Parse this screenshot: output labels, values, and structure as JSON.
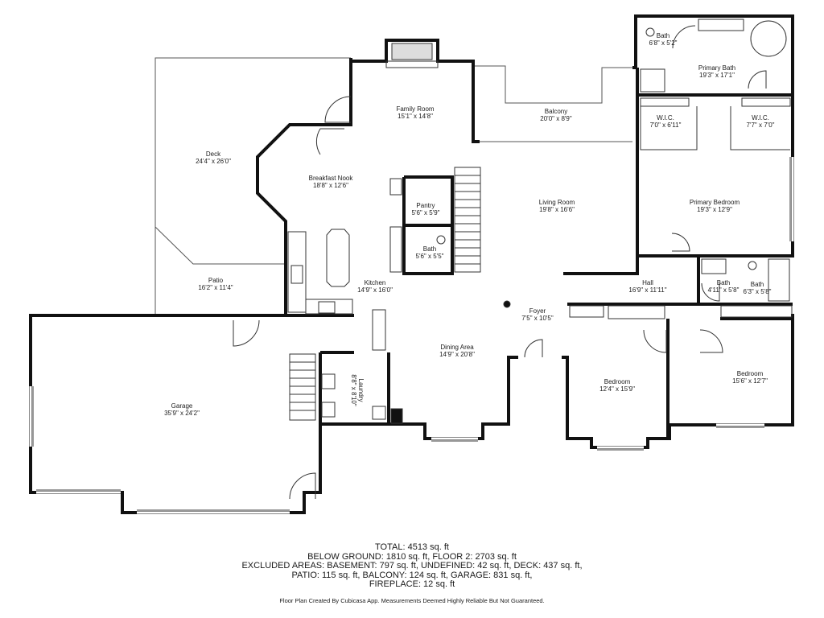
{
  "rooms": {
    "deck": {
      "name": "Deck",
      "dim": "24'4\" x 26'0\""
    },
    "patio": {
      "name": "Patio",
      "dim": "16'2\" x 11'4\""
    },
    "garage": {
      "name": "Garage",
      "dim": "35'9\" x 24'2\""
    },
    "family": {
      "name": "Family Room",
      "dim": "15'1\" x 14'8\""
    },
    "balcony": {
      "name": "Balcony",
      "dim": "20'0\" x 8'9\""
    },
    "nook": {
      "name": "Breakfast Nook",
      "dim": "18'8\" x 12'6\""
    },
    "pantry": {
      "name": "Pantry",
      "dim": "5'6\" x 5'9\""
    },
    "bath_small": {
      "name": "Bath",
      "dim": "5'6\" x 5'5\""
    },
    "kitchen": {
      "name": "Kitchen",
      "dim": "14'9\" x 16'0\""
    },
    "living": {
      "name": "Living Room",
      "dim": "19'8\" x 16'6\""
    },
    "foyer": {
      "name": "Foyer",
      "dim": "7'5\" x 10'5\""
    },
    "dining": {
      "name": "Dining Area",
      "dim": "14'9\" x 20'8\""
    },
    "laundry": {
      "name": "Laundry",
      "dim": "8'8\" x 8'10\""
    },
    "bath_top": {
      "name": "Bath",
      "dim": "6'8\" x 5'2\""
    },
    "primary_bath": {
      "name": "Primary Bath",
      "dim": "19'3\" x 17'1\""
    },
    "wic1": {
      "name": "W.I.C.",
      "dim": "7'0\" x 6'11\""
    },
    "wic2": {
      "name": "W.I.C.",
      "dim": "7'7\" x 7'0\""
    },
    "primary_bed": {
      "name": "Primary Bedroom",
      "dim": "19'3\" x 12'9\""
    },
    "hall": {
      "name": "Hall",
      "dim": "16'9\" x 11'11\""
    },
    "bath_a": {
      "name": "Bath",
      "dim": "4'11\" x 5'8\""
    },
    "bath_b": {
      "name": "Bath",
      "dim": "6'3\" x 5'8\""
    },
    "bedroom1": {
      "name": "Bedroom",
      "dim": "12'4\" x 15'9\""
    },
    "bedroom2": {
      "name": "Bedroom",
      "dim": "15'6\" x 12'7\""
    }
  },
  "totals": {
    "line1": "TOTAL: 4513 sq. ft",
    "line2": "BELOW GROUND: 1810 sq. ft, FLOOR 2: 2703 sq. ft",
    "line3": "EXCLUDED AREAS: BASEMENT: 797 sq. ft, UNDEFINED: 42 sq. ft, DECK: 437 sq. ft,",
    "line4": "PATIO: 115 sq. ft, BALCONY: 124 sq. ft, GARAGE: 831 sq. ft,",
    "line5": "FIREPLACE: 12 sq. ft"
  },
  "footer": "Floor Plan Created By Cubicasa App. Measurements Deemed Highly Reliable But Not Guaranteed."
}
